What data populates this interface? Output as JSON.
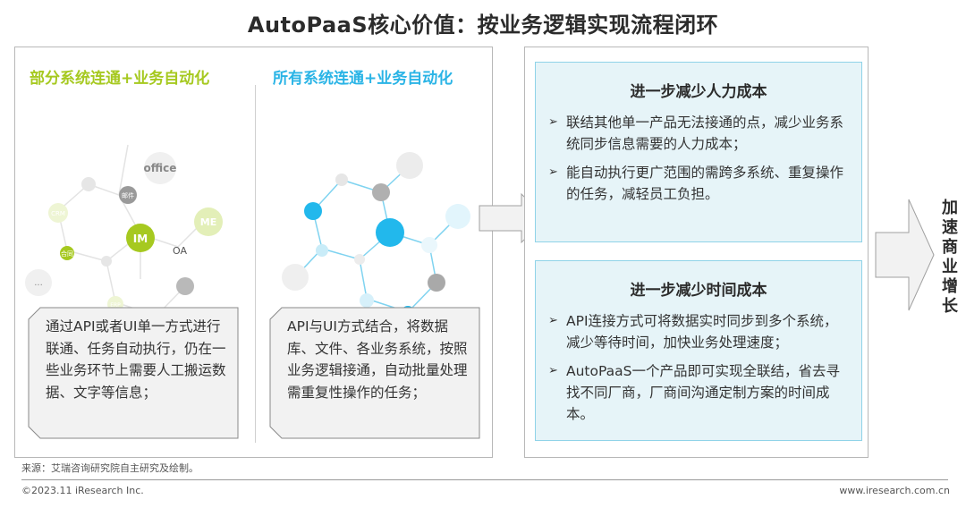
{
  "title": "AutoPaaS核心价值：按业务逻辑实现流程闭环",
  "left_panel": {
    "col1_heading": "部分系统连通+业务自动化",
    "col2_heading": "所有系统连通+业务自动化",
    "col1_nodes": {
      "office": "office",
      "mail": "邮件",
      "crm": "CRM",
      "me": "ME",
      "im": "IM",
      "oa": "OA",
      "contract": "合同",
      "more": "...",
      "erp": "ERP"
    },
    "col1_note": "通过API或者UI单一方式进行联通、任务自动执行，仍在一些业务环节上需要人工搬运数据、文字等信息；",
    "col2_note": "API与UI方式结合，将数据库、文件、各业务系统，按照业务逻辑接通，自动批量处理需重复性操作的任务；"
  },
  "right_panel": {
    "box1": {
      "title": "进一步减少人力成本",
      "bullets": [
        "联结其他单一产品无法接通的点，减少业务系统同步信息需要的人力成本；",
        "能自动执行更广范围的需跨多系统、重复操作的任务，减轻员工负担。"
      ]
    },
    "box2": {
      "title": "进一步减少时间成本",
      "bullets": [
        "API连接方式可将数据实时同步到多个系统，减少等待时间，加快业务处理速度；",
        "AutoPaaS一个产品即可实现全联结，省去寻找不同厂商，厂商间沟通定制方案的时间成本。"
      ]
    }
  },
  "outcome": "加速商业增长",
  "source": "来源：艾瑞咨询研究院自主研究及绘制。",
  "footer_left": "©2023.11 iResearch Inc.",
  "footer_right": "www.iresearch.com.cn",
  "colors": {
    "green": "#a6c920",
    "blue": "#2ab4e6",
    "box_bg": "#e6f4f8",
    "box_border": "#8fd3e8"
  }
}
